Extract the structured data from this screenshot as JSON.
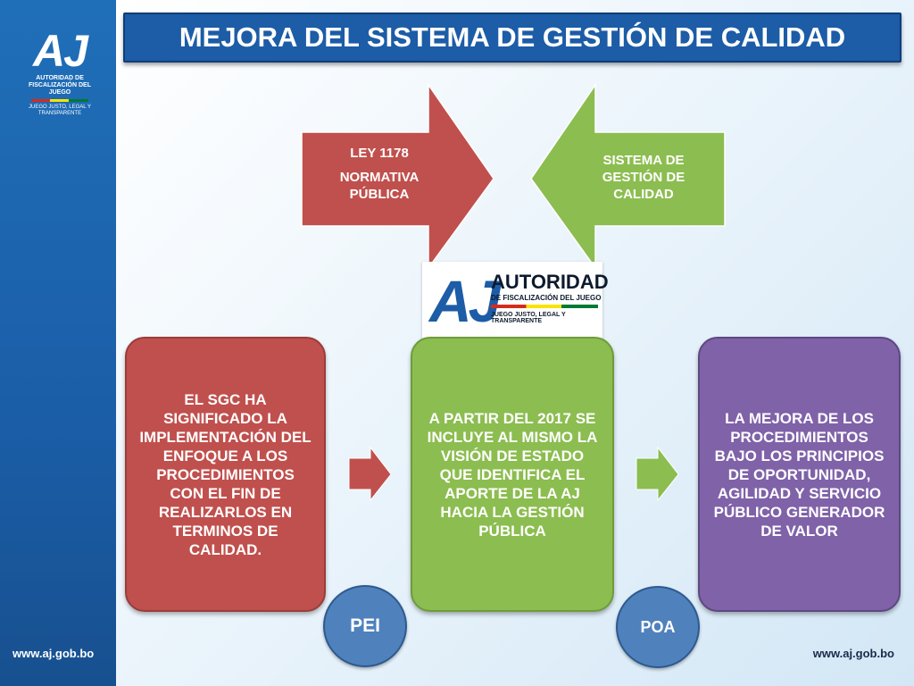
{
  "title": "MEJORA DEL SISTEMA DE GESTIÓN DE CALIDAD",
  "logo_sidebar": {
    "initials": "AJ",
    "line1": "AUTORIDAD DE FISCALIZACIÓN DEL JUEGO",
    "line2": "JUEGO JUSTO, LEGAL Y TRANSPARENTE"
  },
  "logo_center": {
    "initials": "AJ",
    "name": "AUTORIDAD",
    "sub1": "DE FISCALIZACIÓN DEL JUEGO",
    "sub2": "JUEGO JUSTO, LEGAL Y TRANSPARENTE"
  },
  "arrow_left": {
    "line1": "LEY 1178",
    "line2": "NORMATIVA PÚBLICA",
    "color": "#c0504d"
  },
  "arrow_right": {
    "text": "SISTEMA DE GESTIÓN DE CALIDAD",
    "color": "#8cbd50"
  },
  "boxes": [
    {
      "text": "EL SGC HA SIGNIFICADO LA IMPLEMENTACIÓN DEL ENFOQUE A LOS PROCEDIMIENTOS CON EL FIN DE REALIZARLOS EN TERMINOS DE CALIDAD.",
      "color": "#c0504d"
    },
    {
      "text": "A PARTIR DEL 2017 SE INCLUYE AL MISMO LA VISIÓN DE ESTADO QUE IDENTIFICA EL APORTE DE LA AJ HACIA LA GESTIÓN PÚBLICA",
      "color": "#8cbd50"
    },
    {
      "text": "LA MEJORA DE LOS PROCEDIMIENTOS BAJO LOS PRINCIPIOS DE OPORTUNIDAD, AGILIDAD Y SERVICIO PÚBLICO GENERADOR DE VALOR",
      "color": "#7f62a8"
    }
  ],
  "circles": {
    "pei": "PEI",
    "poa": "POA"
  },
  "footer": {
    "url_left": "www.aj.gob.bo",
    "url_right": "www.aj.gob.bo"
  }
}
